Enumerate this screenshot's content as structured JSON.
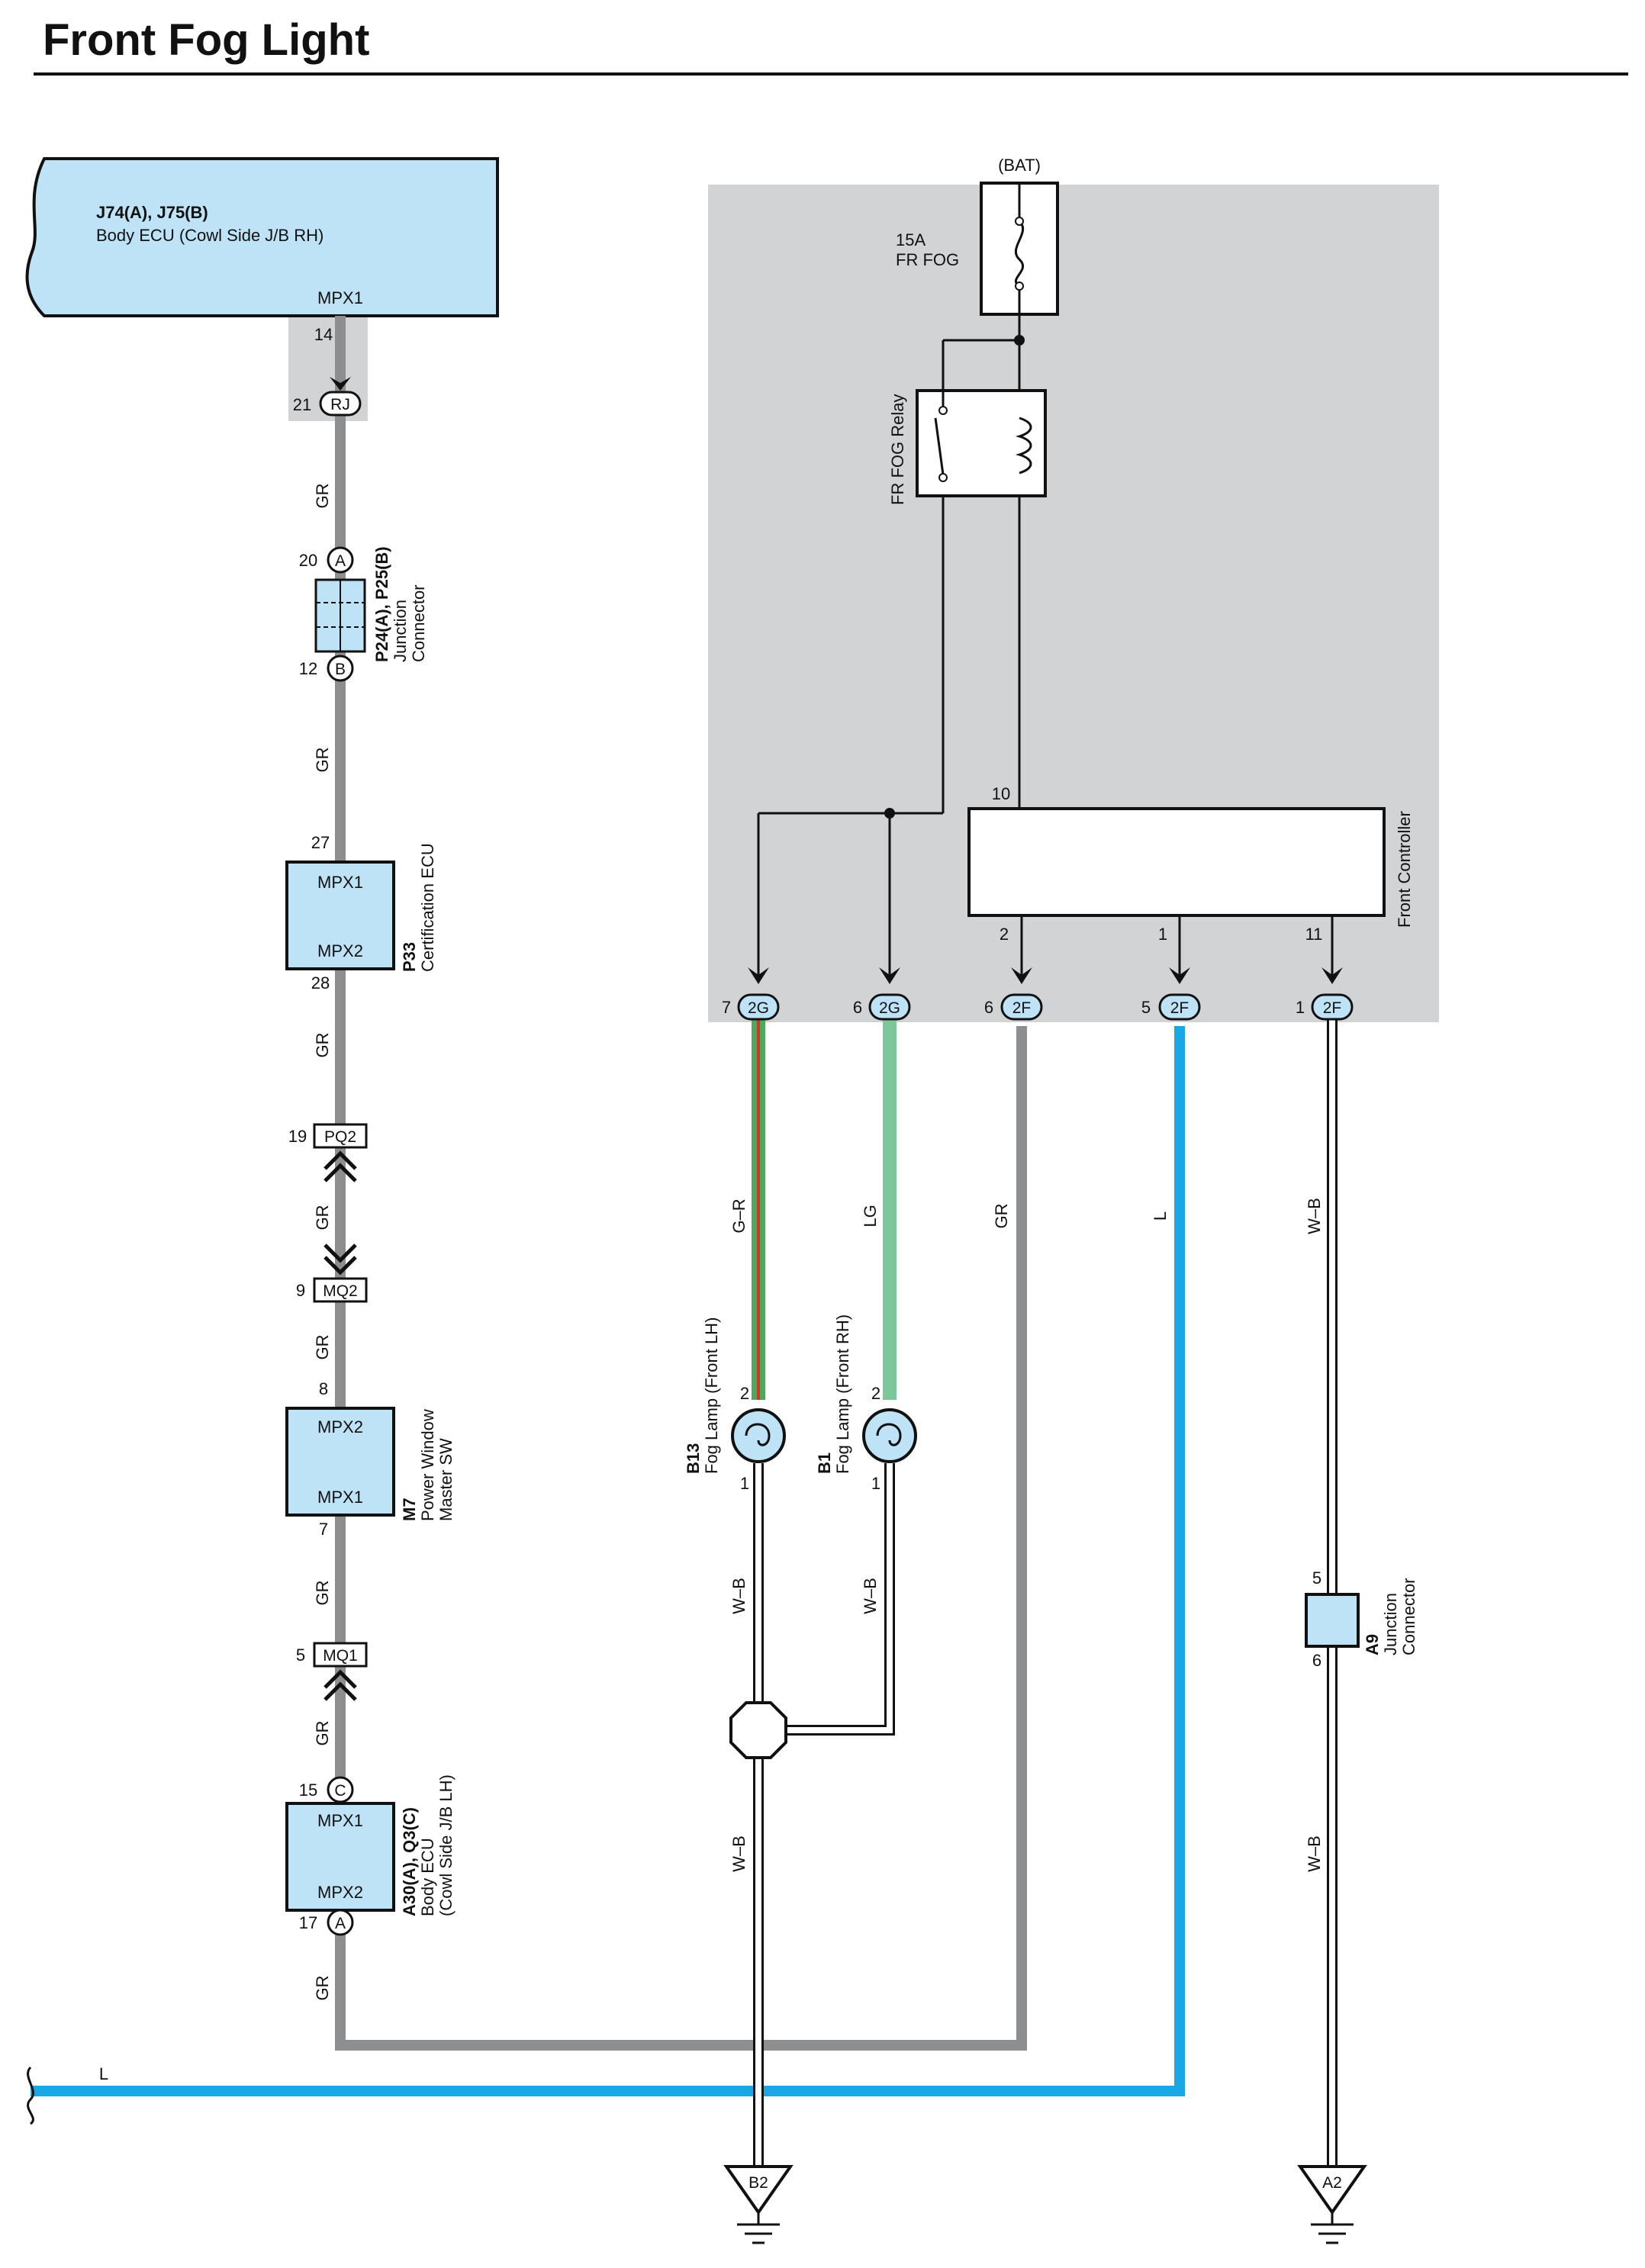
{
  "title": "Front Fog Light",
  "colors": {
    "component_fill": "#bfe3f6",
    "relay_area": "#d2d3d5",
    "wire_GR": "#8d8e90",
    "wire_L": "#19a8e5",
    "wire_LG": "#7ec79a",
    "wire_G": "#4caa5d",
    "wire_R": "#d6332b",
    "wire_WB": "#ffffff"
  },
  "components": {
    "body_ecu_rh": {
      "code": "J74(A), J75(B)",
      "name": "Body ECU (Cowl Side J/B RH)",
      "terminal": "MPX1",
      "pin": "14"
    },
    "bat_label": "(BAT)",
    "fuse": {
      "rating": "15A",
      "name": "FR FOG"
    },
    "relay": {
      "name": "FR FOG Relay"
    },
    "front_controller": {
      "name": "Front Controller",
      "pins": {
        "p10": "10",
        "p2": "2",
        "p1": "1",
        "p11": "11"
      }
    },
    "rj": {
      "pin": "21",
      "code": "RJ"
    },
    "p24": {
      "code": "P24(A), P25(B)",
      "line2": "Junction",
      "line3": "Connector",
      "pin_top": "20",
      "pin_top_letter": "A",
      "pin_bottom": "12",
      "pin_bottom_letter": "B"
    },
    "p33": {
      "code": "P33",
      "name": "Certification ECU",
      "term_top": "MPX1",
      "term_bottom": "MPX2",
      "pin_top": "27",
      "pin_bottom": "28"
    },
    "pq2": {
      "pin": "19",
      "code": "PQ2"
    },
    "mq2": {
      "pin": "9",
      "code": "MQ2"
    },
    "m7": {
      "code": "M7",
      "line2": "Power Window",
      "line3": "Master SW",
      "term_top": "MPX2",
      "term_bottom": "MPX1",
      "pin_top": "8",
      "pin_bottom": "7"
    },
    "mq1": {
      "pin": "5",
      "code": "MQ1"
    },
    "a30": {
      "code": "A30(A), Q3(C)",
      "line2": "Body ECU",
      "line3": "(Cowl Side J/B LH)",
      "term_top": "MPX1",
      "term_bottom": "MPX2",
      "pin_top": "15",
      "pin_top_letter": "C",
      "pin_bottom": "17",
      "pin_bottom_letter": "A"
    },
    "b13": {
      "code": "B13",
      "name": "Fog Lamp (Front LH)",
      "pin_top": "2",
      "pin_bottom": "1"
    },
    "b1": {
      "code": "B1",
      "name": "Fog Lamp (Front RH)",
      "pin_top": "2",
      "pin_bottom": "1"
    },
    "a9": {
      "code": "A9",
      "line2": "Junction",
      "line3": "Connector",
      "pin_top": "5",
      "pin_bottom": "6"
    },
    "ground_b2": "B2",
    "ground_a2": "A2"
  },
  "connectors": {
    "c1": {
      "pin": "7",
      "code": "2G"
    },
    "c2": {
      "pin": "6",
      "code": "2G"
    },
    "c3": {
      "pin": "6",
      "code": "2F"
    },
    "c4": {
      "pin": "5",
      "code": "2F"
    },
    "c5": {
      "pin": "1",
      "code": "2F"
    }
  },
  "wires": {
    "gr": "GR",
    "gr_a": "G–R",
    "lg": "LG",
    "l": "L",
    "wb": "W–B"
  }
}
